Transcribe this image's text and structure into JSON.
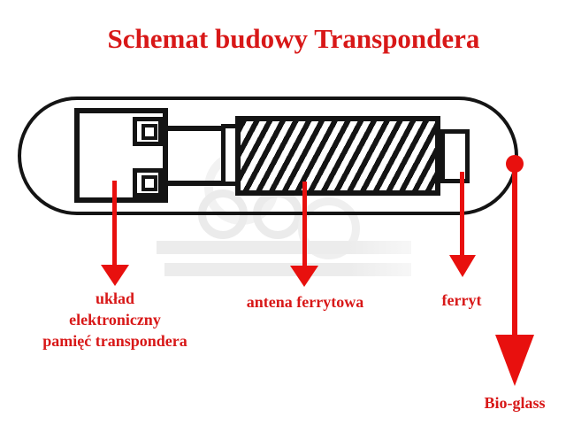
{
  "title": {
    "text": "Schemat budowy Transpondera"
  },
  "labels": {
    "chip": {
      "line1": "układ",
      "line2": "elektroniczny",
      "line3": "pamięć transpondera"
    },
    "antenna": {
      "text": "antena ferrytowa"
    },
    "ferrite": {
      "text": "ferryt"
    },
    "bioglass": {
      "text": "Bio-glass"
    }
  },
  "icons": {
    "chip_arrow": "down-arrow",
    "antenna_arrow": "down-arrow",
    "ferrite_arrow": "down-arrow",
    "bioglass_arrow": "down-arrow",
    "bioglass_marker": "red-dot"
  },
  "colors": {
    "background": "#ffffff",
    "title_red": "#d81818",
    "label_red": "#d81818",
    "arrow_red": "#e8100e",
    "diagram_black": "#141414",
    "watermark_gray": "#ededed"
  }
}
